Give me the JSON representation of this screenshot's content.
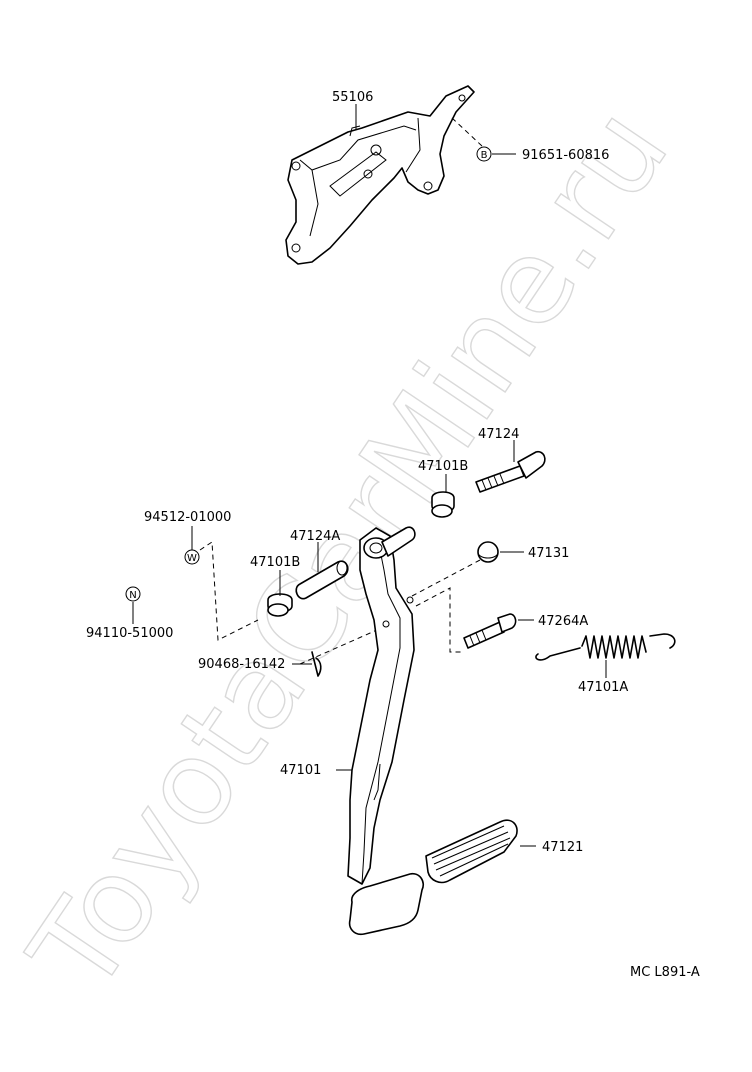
{
  "watermark": "ToyotaCarMine.ru",
  "part_labels": {
    "bracket": "55106",
    "bolt_b": "91651-60816",
    "bolt_long": "47124",
    "bushing_upper": "47101B",
    "washer_w": "94512-01000",
    "collar": "47124A",
    "bushing_lower": "47101B",
    "nut_n": "94110-51000",
    "clevis_pin": "90468-16142",
    "stopper": "47131",
    "stud_bolt": "47264A",
    "return_spring": "47101A",
    "pedal_arm": "47101",
    "pedal_pad": "47121"
  },
  "symbols": {
    "bolt_b": "B",
    "washer_w": "W",
    "nut_n": "N"
  },
  "footer_code": "MC  L891-A"
}
